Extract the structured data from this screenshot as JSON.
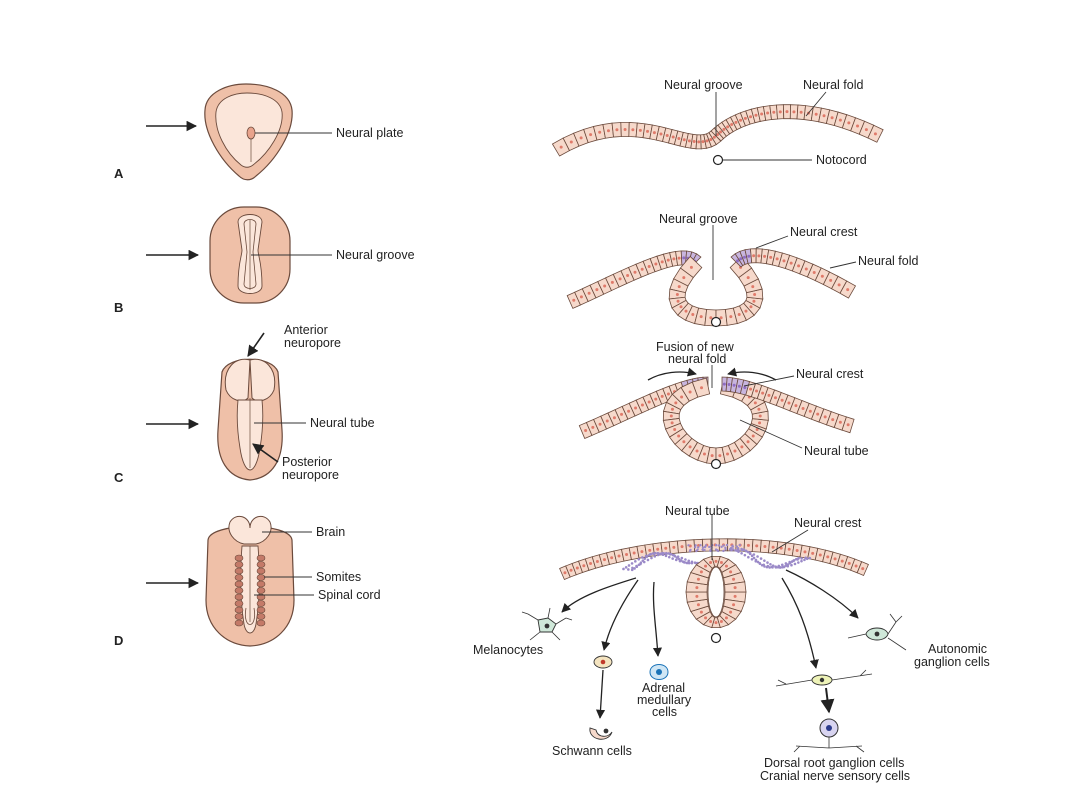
{
  "panels": {
    "A": {
      "letter": "A",
      "labels": {
        "neural_plate": "Neural plate",
        "neural_groove": "Neural groove",
        "neural_fold": "Neural fold",
        "notocord": "Notocord"
      }
    },
    "B": {
      "letter": "B",
      "labels": {
        "neural_groove_left": "Neural groove",
        "neural_groove": "Neural groove",
        "neural_crest": "Neural crest",
        "neural_fold": "Neural fold"
      }
    },
    "C": {
      "letter": "C",
      "labels": {
        "anterior_neuropore": [
          "Anterior",
          "neuropore"
        ],
        "neural_tube_left": "Neural tube",
        "posterior_neuropore": [
          "Posterior",
          "neuropore"
        ],
        "fusion": [
          "Fusion of new",
          "neural fold"
        ],
        "neural_crest": "Neural crest",
        "neural_tube": "Neural tube"
      }
    },
    "D": {
      "letter": "D",
      "labels": {
        "brain": "Brain",
        "somites": "Somites",
        "spinal_cord": "Spinal cord",
        "neural_tube": "Neural tube",
        "neural_crest": "Neural crest"
      }
    }
  },
  "derivatives": {
    "melanocytes": [
      "Melanocytes"
    ],
    "schwann": [
      "Schwann cells"
    ],
    "adrenal": [
      "Adrenal",
      "medullary",
      "cells"
    ],
    "autonomic": [
      "Autonomic",
      "ganglion cells"
    ],
    "dorsal_root": [
      "Dorsal root ganglion cells",
      "Cranial nerve sensory cells"
    ]
  },
  "colors": {
    "cell": "#f6d9cb",
    "nucleus": "#e07a6a",
    "crest": "#b9a7d8",
    "embryo": "#efc0a8",
    "outline": "#6b4a3c"
  }
}
